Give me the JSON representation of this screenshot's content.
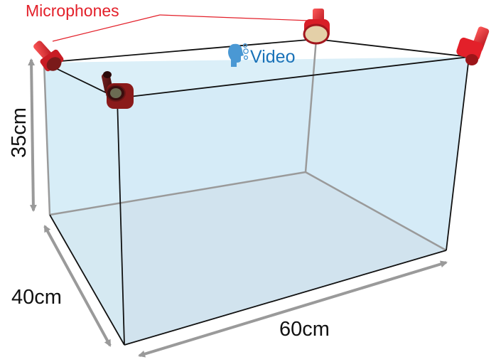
{
  "labels": {
    "microphones": "Microphones",
    "video": "Video",
    "height": "35cm",
    "depth": "40cm",
    "width": "60cm"
  },
  "colors": {
    "microphone_label": "#e3202a",
    "video_label": "#1a72b8",
    "video_icon": "#4a98d4",
    "glass_fill": "#d5ecf7",
    "floor_fill": "#d3dee4",
    "edge": "#111111",
    "inner_edge": "#9a9a9a",
    "dimension_arrow": "#9a9a9a",
    "microphone_body": "#e3202a",
    "microphone_dark": "#5a1515"
  },
  "icons": {
    "video": "speaking-head-icon"
  }
}
